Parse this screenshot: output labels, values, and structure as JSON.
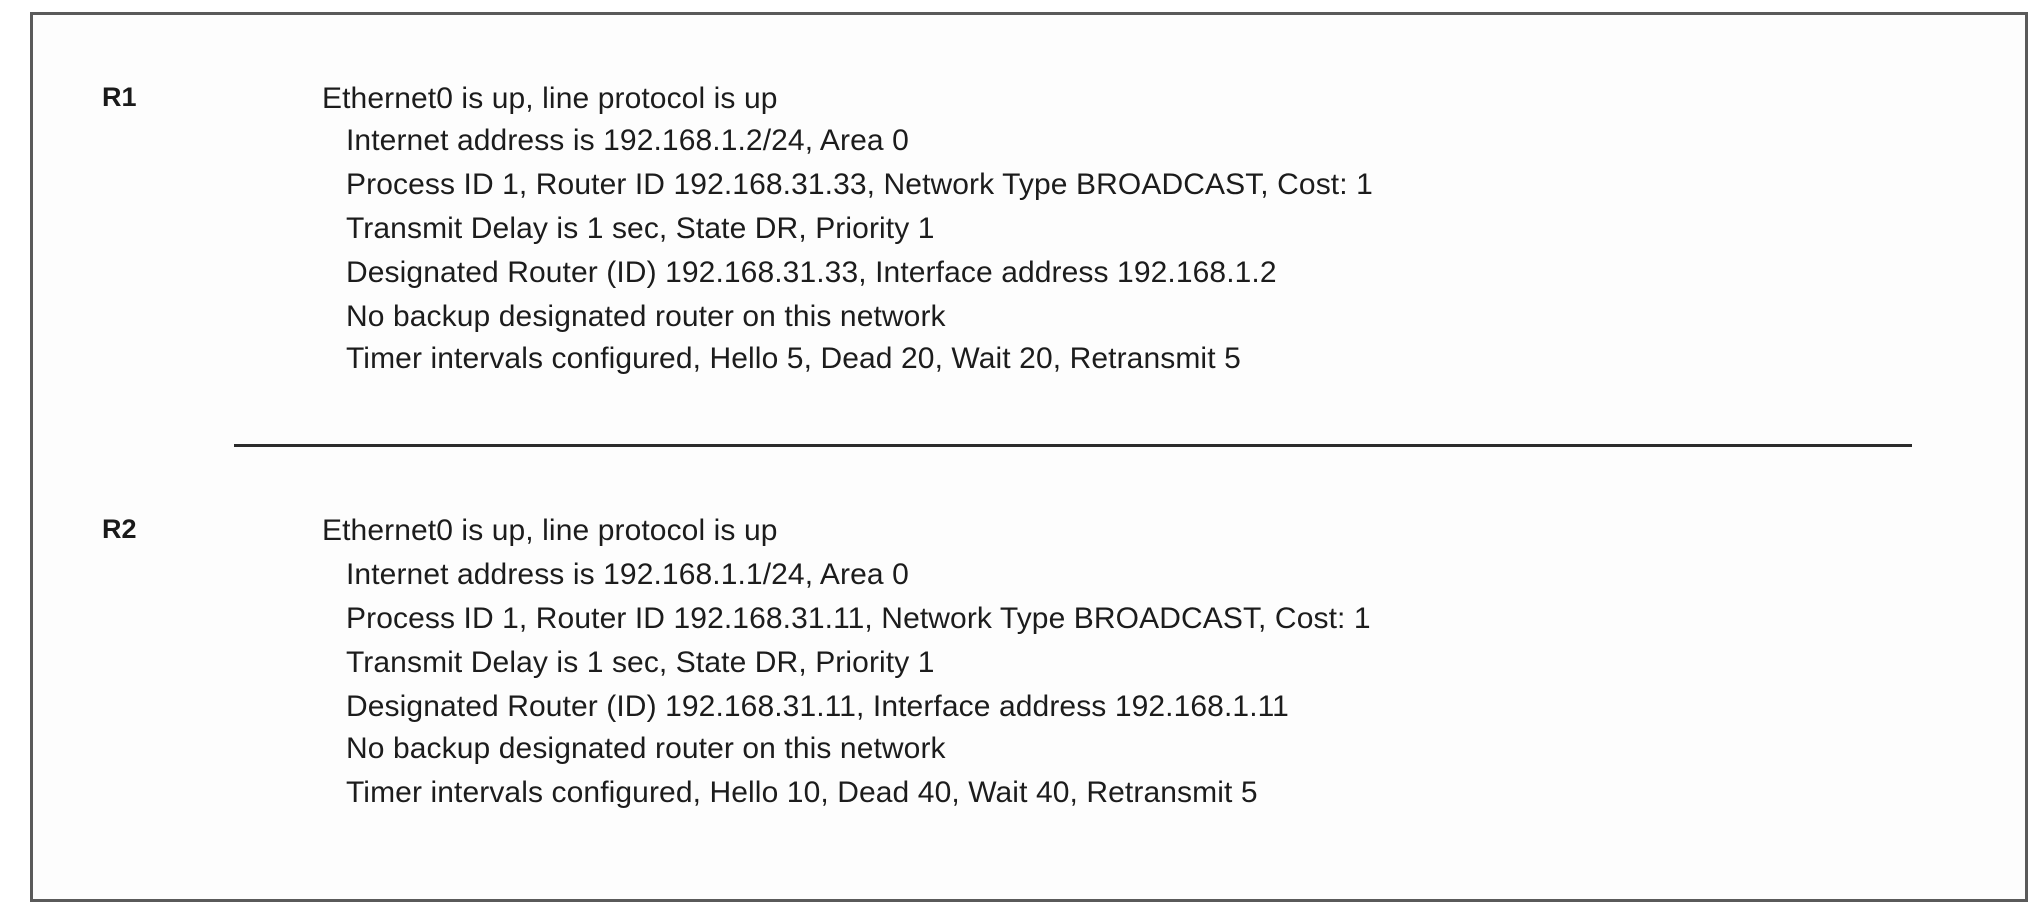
{
  "routers": [
    {
      "label": "R1",
      "lines": [
        "Ethernet0 is up, line protocol is up",
        "Internet address is 192.168.1.2/24, Area 0",
        "Process ID 1, Router ID 192.168.31.33, Network Type BROADCAST, Cost: 1",
        "Transmit Delay is 1 sec, State DR, Priority 1",
        "Designated Router (ID) 192.168.31.33, Interface address 192.168.1.2",
        "No backup designated router on this network",
        "Timer intervals configured, Hello 5, Dead 20, Wait 20, Retransmit 5"
      ]
    },
    {
      "label": "R2",
      "lines": [
        "Ethernet0 is up, line protocol is up",
        "Internet address is 192.168.1.1/24, Area 0",
        "Process ID 1, Router ID 192.168.31.11, Network Type BROADCAST, Cost: 1",
        "Transmit Delay is 1 sec, State DR, Priority 1",
        "Designated Router (ID) 192.168.31.11, Interface address 192.168.1.11",
        "No backup designated router on this network",
        "Timer intervals configured, Hello 10, Dead 40, Wait 40, Retransmit 5"
      ]
    }
  ]
}
